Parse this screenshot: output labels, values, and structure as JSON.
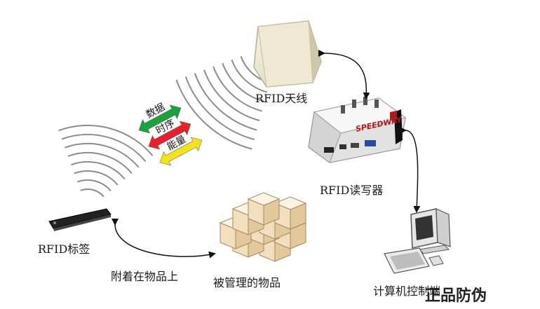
{
  "labels": {
    "antenna": "RFID天线",
    "reader": "RFID读写器",
    "tag": "RFID标签",
    "attached": "附着在物品上",
    "goods": "被管理的物品",
    "computer": "计算机控制端"
  },
  "arrows": {
    "data": "数据",
    "timing": "时序",
    "energy": "能量"
  },
  "reader_brand": "SPEEDWAY",
  "watermark": "正品防伪",
  "colors": {
    "data_arrow": "#1aa33a",
    "timing_arrow": "#e8202a",
    "energy_arrow": "#f2e21a",
    "waves": "#8c8c8c",
    "antenna_face": "#ece7d2",
    "reader_body": "#f0f0f0",
    "box_fill": "#f4e4cc"
  }
}
